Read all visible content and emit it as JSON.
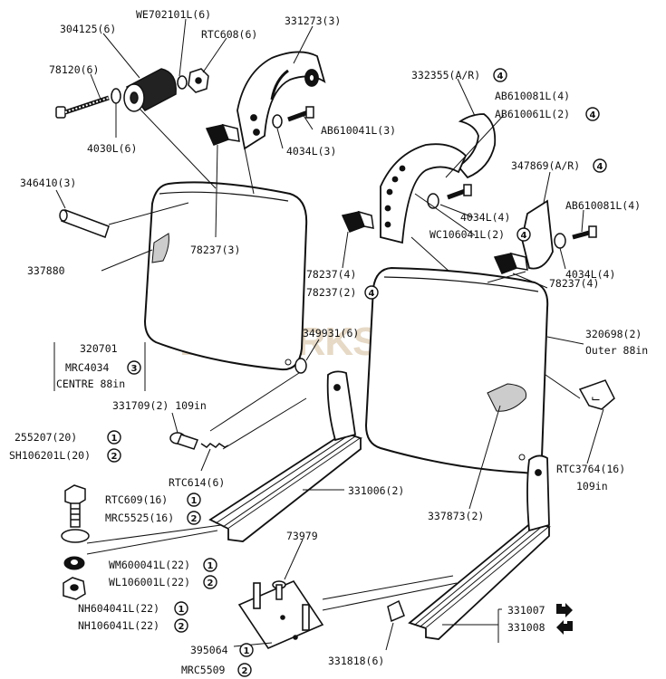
{
  "watermark": "LRWORKSHOP",
  "labels": {
    "we702101l": "WE702101L(6)",
    "p304125": "304125(6)",
    "p331273": "331273(3)",
    "rtc608": "RTC608(6)",
    "p78120": "78120(6)",
    "p4030l": "4030L(6)",
    "ab610041l": "AB610041L(3)",
    "p4034l_3": "4034L(3)",
    "p332355": "332355(A/R)",
    "ab610081l_4": "AB610081L(4)",
    "ab610061l": "AB610061L(2)",
    "p347869": "347869(A/R)",
    "p346410": "346410(3)",
    "p78237_3": "78237(3)",
    "p4034l_4a": "4034L(4)",
    "ab610081l_4b": "AB610081L(4)",
    "wc106041l": "WC106041L(2)",
    "p4034l_4b": "4034L(4)",
    "p337880": "337880",
    "p78237_4": "78237(4)",
    "p78237_2": "78237(2)",
    "p78237_4r": "78237(4)",
    "p349931": "349931(6)",
    "p320698": "320698(2)",
    "outer88": "Outer 88in",
    "p320701": "320701",
    "mrc4034": "MRC4034",
    "centre88": "CENTRE 88in",
    "p331709": "331709(2) 109in",
    "rtc3764": "RTC3764(16)",
    "in109": "109in",
    "p255207": "255207(20)",
    "sh106201l": "SH106201L(20)",
    "rtc614": "RTC614(6)",
    "rtc609": "RTC609(16)",
    "p331006": "331006(2)",
    "mrc5525": "MRC5525(16)",
    "p337873": "337873(2)",
    "p73979": "73979",
    "wm600041l": "WM600041L(22)",
    "wl106001l": "WL106001L(22)",
    "nh604041l": "NH604041L(22)",
    "nh106041l": "NH106041L(22)",
    "p331007": "331007",
    "p331008": "331008",
    "p395064": "395064",
    "mrc5509": "MRC5509",
    "p331818": "331818(6)"
  },
  "markers": {
    "m332355": "4",
    "mab610061l": "4",
    "m347869": "4",
    "mwc106041l": "4",
    "m78237_2": "4",
    "mmrc4034": "3",
    "m255207": "1",
    "msh106201l": "2",
    "mrtc609": "1",
    "mmrc5525": "2",
    "mwm600041l": "1",
    "mwl106001l": "2",
    "mnh604041l": "1",
    "mnh106041l": "2",
    "m395064": "1",
    "mmrc5509": "2"
  }
}
